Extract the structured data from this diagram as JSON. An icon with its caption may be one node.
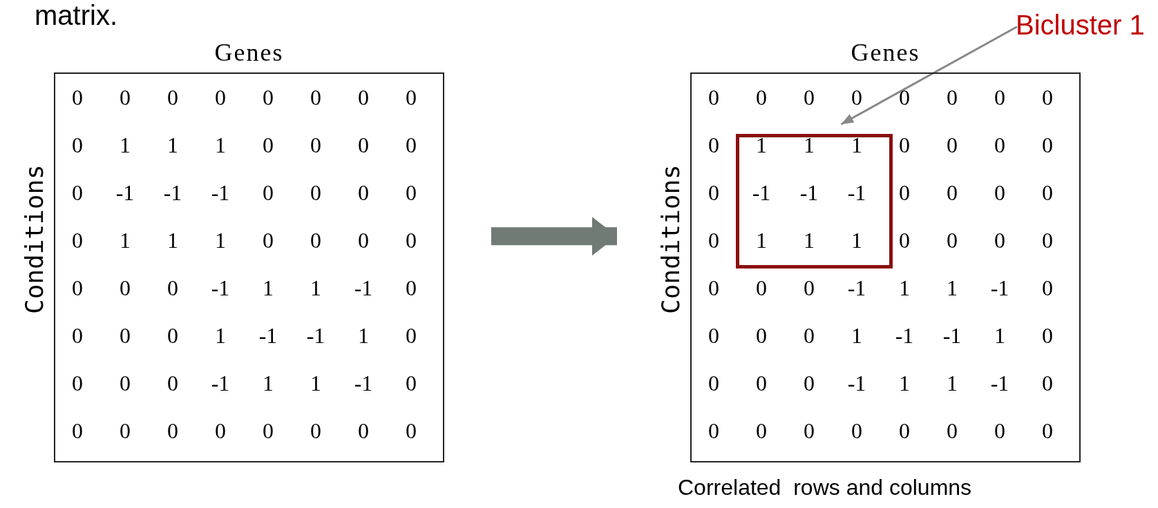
{
  "diagram": {
    "nodes": [
      {
        "text": [
          "Genes",
          "Conditions"
        ]
      },
      {
        "text": [
          "Genes",
          "Conditions"
        ],
        "beside": [
          "Correlated  rows and columns"
        ]
      },
      {
        "text": [],
        "shape": "box",
        "in": 1
      },
      {
        "text": [
          "Bicluster 1"
        ]
      }
    ],
    "edges": [
      {
        "from": 0,
        "to": 1,
        "arrow": "to",
        "style": "thick"
      },
      {
        "from": 3,
        "to": 2,
        "arrow": "to"
      }
    ],
    "labels": [
      "matrix.",
      "0",
      "0",
      "0",
      "0",
      "0",
      "0",
      "0",
      "0",
      "0",
      "1",
      "1",
      "1",
      "0",
      "0",
      "0",
      "0",
      "0",
      "-1",
      "-1",
      "-1",
      "0",
      "0",
      "0",
      "0",
      "0",
      "1",
      "1",
      "1",
      "0",
      "0",
      "0",
      "0",
      "0",
      "0",
      "0",
      "-1",
      "1",
      "1",
      "-1",
      "0",
      "0",
      "0",
      "0",
      "1",
      "-1",
      "-1",
      "1",
      "0",
      "0",
      "0",
      "0",
      "-1",
      "1",
      "1",
      "-1",
      "0",
      "0",
      "0",
      "0",
      "0",
      "0",
      "0",
      "0",
      "0",
      "0",
      "0",
      "0",
      "0",
      "0",
      "0",
      "0",
      "0",
      "0",
      "1",
      "1",
      "1",
      "0",
      "0",
      "0",
      "0",
      "0",
      "-1",
      "-1",
      "-1",
      "0",
      "0",
      "0",
      "0",
      "0",
      "1",
      "1",
      "1",
      "0",
      "0",
      "0",
      "0",
      "0",
      "0",
      "0",
      "-1",
      "1",
      "1",
      "-1",
      "0",
      "0",
      "0",
      "0",
      "1",
      "-1",
      "-1",
      "1",
      "0",
      "0",
      "0",
      "0",
      "-1",
      "1",
      "1",
      "-1",
      "0",
      "0",
      "0",
      "0",
      "0",
      "0",
      "0",
      "0",
      "0"
    ]
  }
}
